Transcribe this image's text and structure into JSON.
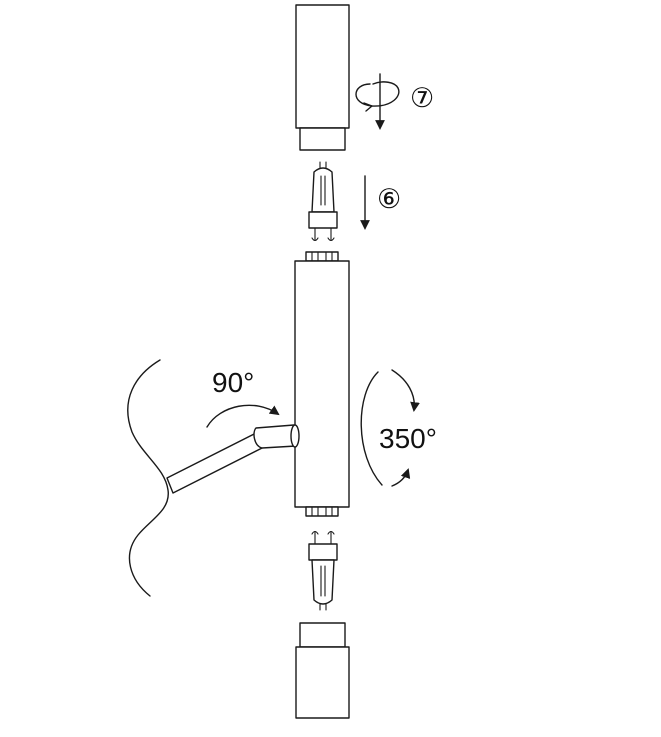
{
  "labels": {
    "angle_arm": "90°",
    "angle_body": "350°",
    "step_rotate": "⑦",
    "step_insert": "⑥"
  },
  "colors": {
    "ink": "#1a1a1a",
    "background": "#ffffff"
  }
}
